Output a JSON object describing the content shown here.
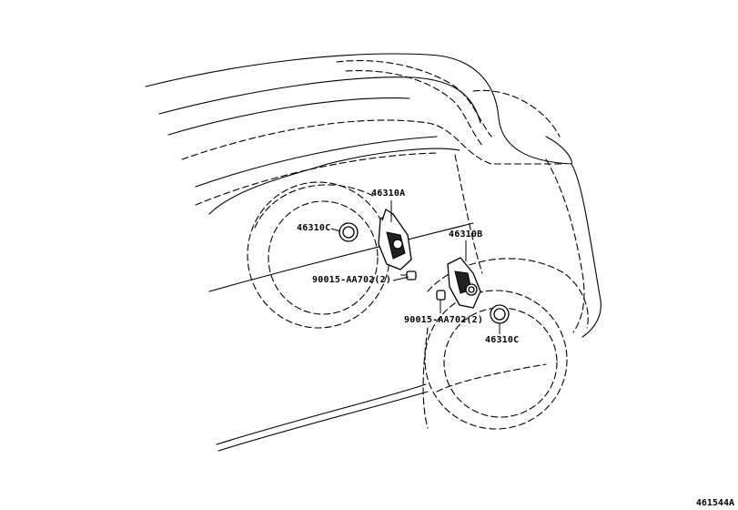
{
  "callouts": {
    "bracket_a": "46310A",
    "bracket_b": "46310B",
    "cap_upper": "46310C",
    "cap_lower": "46310C",
    "bolt_upper": "90015-AA702(2)",
    "bolt_lower": "90015-AA702(2)"
  },
  "illustration_ref": "461544A"
}
